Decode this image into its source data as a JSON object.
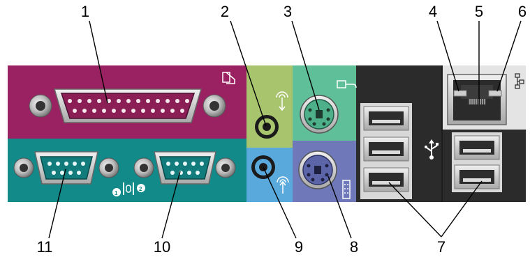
{
  "diagram": {
    "callouts": [
      {
        "id": 1,
        "label": "1",
        "part": "parallel-port"
      },
      {
        "id": 2,
        "label": "2",
        "part": "line-in-connector"
      },
      {
        "id": 3,
        "label": "3",
        "part": "mouse-connector"
      },
      {
        "id": 4,
        "label": "4",
        "part": "link-integrity-light"
      },
      {
        "id": 5,
        "label": "5",
        "part": "network-adapter-connector"
      },
      {
        "id": 6,
        "label": "6",
        "part": "network-activity-light"
      },
      {
        "id": 7,
        "label": "7",
        "part": "usb-connectors"
      },
      {
        "id": 8,
        "label": "8",
        "part": "keyboard-connector"
      },
      {
        "id": 9,
        "label": "9",
        "part": "line-out-connector"
      },
      {
        "id": 10,
        "label": "10",
        "part": "serial-port-2"
      },
      {
        "id": 11,
        "label": "11",
        "part": "serial-port-1"
      }
    ],
    "colors": {
      "parallel_panel": "#9b2262",
      "serial_panel": "#138a8a",
      "line_in": "#a8c56e",
      "line_out": "#5aa9dd",
      "mouse": "#5fbf98",
      "keyboard": "#6f78b9",
      "io_panel": "#2a2a2a",
      "network_panel": "#e4e4e4"
    }
  }
}
